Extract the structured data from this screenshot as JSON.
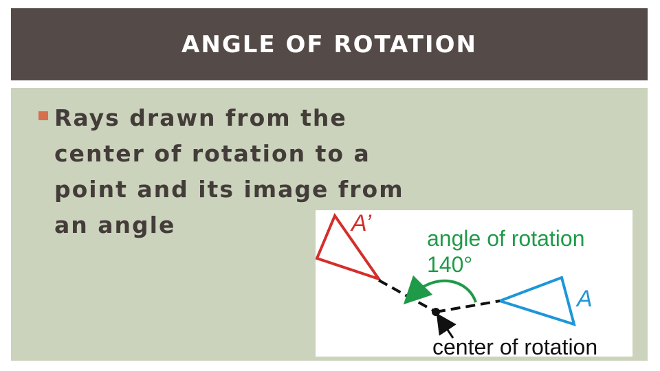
{
  "slide": {
    "title": "ANGLE OF ROTATION",
    "bullet": "Rays drawn from the center of rotation to a point and its image from an angle"
  },
  "diagram": {
    "image_label": "A’",
    "preimage_label": "A",
    "angle_label_line1": "angle of rotation",
    "angle_label_line2": "140°",
    "center_label": "center of rotation",
    "colors": {
      "image": "#d32f2a",
      "preimage": "#1e96d8",
      "angle": "#1f9a48",
      "ray": "#111111"
    }
  }
}
